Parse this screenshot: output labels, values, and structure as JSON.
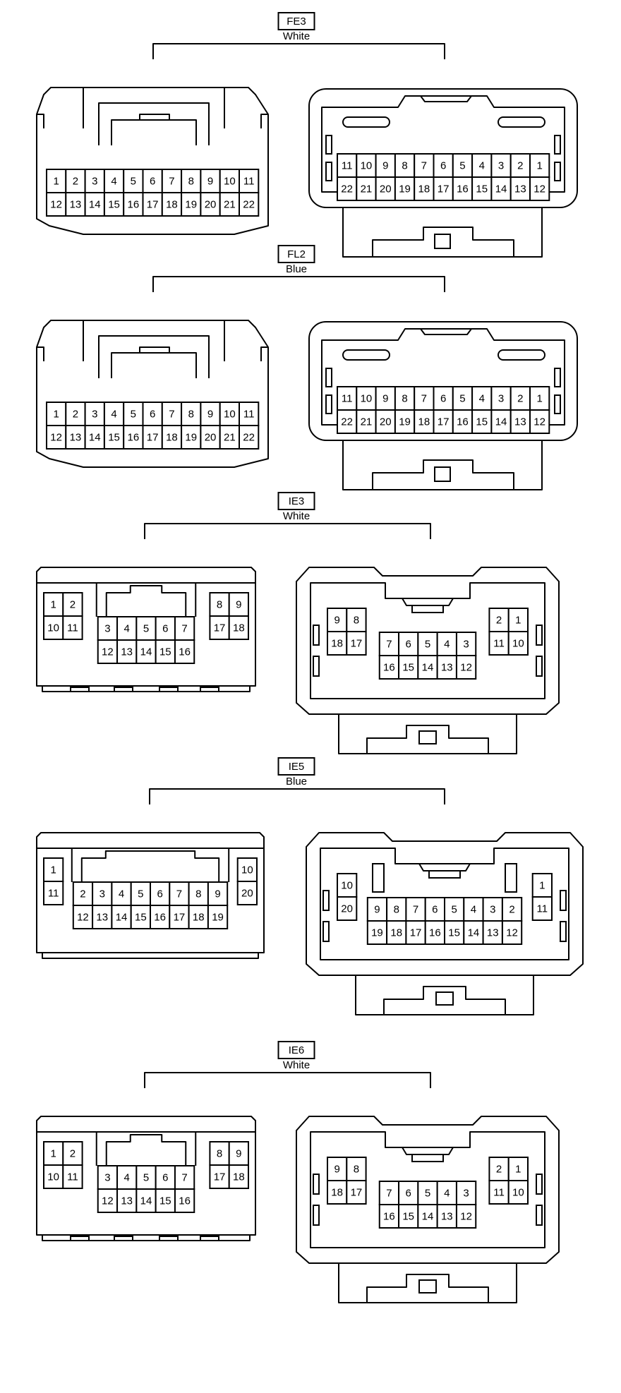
{
  "colors": {
    "stroke": "#000000",
    "background": "#ffffff"
  },
  "connectors": [
    {
      "id": "FE3",
      "name": "FE3",
      "color": "White",
      "type": "22",
      "left_rows": [
        [
          "1",
          "2",
          "3",
          "4",
          "5",
          "6",
          "7",
          "8",
          "9",
          "10",
          "11"
        ],
        [
          "12",
          "13",
          "14",
          "15",
          "16",
          "17",
          "18",
          "19",
          "20",
          "21",
          "22"
        ]
      ],
      "right_rows": [
        [
          "11",
          "10",
          "9",
          "8",
          "7",
          "6",
          "5",
          "4",
          "3",
          "2",
          "1"
        ],
        [
          "22",
          "21",
          "20",
          "19",
          "18",
          "17",
          "16",
          "15",
          "14",
          "13",
          "12"
        ]
      ]
    },
    {
      "id": "FL2",
      "name": "FL2",
      "color": "Blue",
      "type": "22",
      "left_rows": [
        [
          "1",
          "2",
          "3",
          "4",
          "5",
          "6",
          "7",
          "8",
          "9",
          "10",
          "11"
        ],
        [
          "12",
          "13",
          "14",
          "15",
          "16",
          "17",
          "18",
          "19",
          "20",
          "21",
          "22"
        ]
      ],
      "right_rows": [
        [
          "11",
          "10",
          "9",
          "8",
          "7",
          "6",
          "5",
          "4",
          "3",
          "2",
          "1"
        ],
        [
          "22",
          "21",
          "20",
          "19",
          "18",
          "17",
          "16",
          "15",
          "14",
          "13",
          "12"
        ]
      ]
    },
    {
      "id": "IE3",
      "name": "IE3",
      "color": "White",
      "type": "18",
      "left": {
        "side_a": [
          [
            "1",
            "2"
          ],
          [
            "10",
            "11"
          ]
        ],
        "center": [
          [
            "3",
            "4",
            "5",
            "6",
            "7"
          ],
          [
            "12",
            "13",
            "14",
            "15",
            "16"
          ]
        ],
        "side_b": [
          [
            "8",
            "9"
          ],
          [
            "17",
            "18"
          ]
        ]
      },
      "right": {
        "side_a": [
          [
            "9",
            "8"
          ],
          [
            "18",
            "17"
          ]
        ],
        "center": [
          [
            "7",
            "6",
            "5",
            "4",
            "3"
          ],
          [
            "16",
            "15",
            "14",
            "13",
            "12"
          ]
        ],
        "side_b": [
          [
            "2",
            "1"
          ],
          [
            "11",
            "10"
          ]
        ]
      }
    },
    {
      "id": "IE5",
      "name": "IE5",
      "color": "Blue",
      "type": "20",
      "left": {
        "side_a": [
          [
            "1"
          ],
          [
            "11"
          ]
        ],
        "center": [
          [
            "2",
            "3",
            "4",
            "5",
            "6",
            "7",
            "8",
            "9"
          ],
          [
            "12",
            "13",
            "14",
            "15",
            "16",
            "17",
            "18",
            "19"
          ]
        ],
        "side_b": [
          [
            "10"
          ],
          [
            "20"
          ]
        ]
      },
      "right": {
        "side_a": [
          [
            "10"
          ],
          [
            "20"
          ]
        ],
        "center": [
          [
            "9",
            "8",
            "7",
            "6",
            "5",
            "4",
            "3",
            "2"
          ],
          [
            "19",
            "18",
            "17",
            "16",
            "15",
            "14",
            "13",
            "12"
          ]
        ],
        "side_b": [
          [
            "1"
          ],
          [
            "11"
          ]
        ]
      }
    },
    {
      "id": "IE6",
      "name": "IE6",
      "color": "White",
      "type": "18",
      "left": {
        "side_a": [
          [
            "1",
            "2"
          ],
          [
            "10",
            "11"
          ]
        ],
        "center": [
          [
            "3",
            "4",
            "5",
            "6",
            "7"
          ],
          [
            "12",
            "13",
            "14",
            "15",
            "16"
          ]
        ],
        "side_b": [
          [
            "8",
            "9"
          ],
          [
            "17",
            "18"
          ]
        ]
      },
      "right": {
        "side_a": [
          [
            "9",
            "8"
          ],
          [
            "18",
            "17"
          ]
        ],
        "center": [
          [
            "7",
            "6",
            "5",
            "4",
            "3"
          ],
          [
            "16",
            "15",
            "14",
            "13",
            "12"
          ]
        ],
        "side_b": [
          [
            "2",
            "1"
          ],
          [
            "11",
            "10"
          ]
        ]
      }
    }
  ]
}
